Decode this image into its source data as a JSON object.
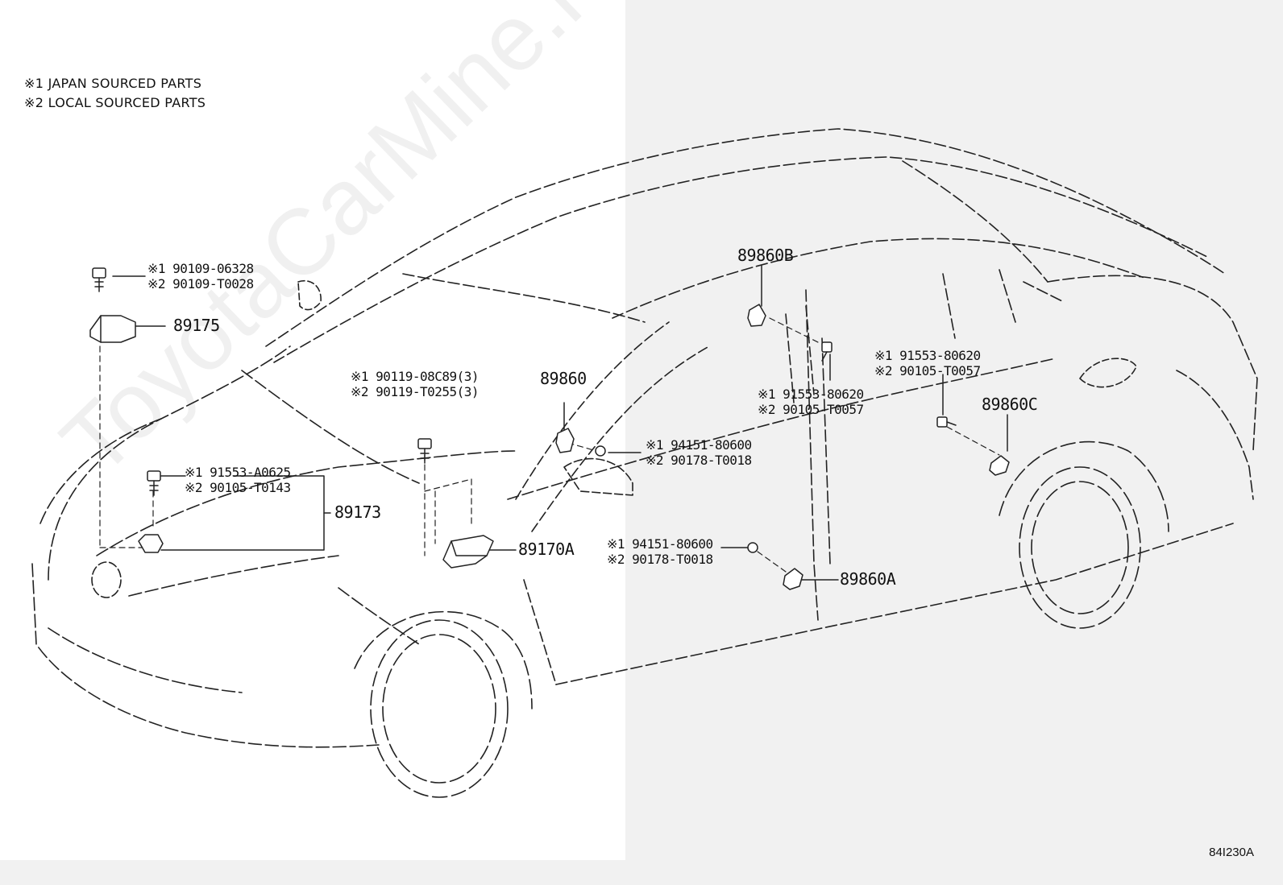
{
  "legend": [
    {
      "mark": "※1",
      "text": "JAPAN SOURCED PARTS"
    },
    {
      "mark": "※2",
      "text": "LOCAL SOURCED PARTS"
    }
  ],
  "watermark": "ToyotaCarMine.ru",
  "diagram_code": "84I230A",
  "parts": {
    "p89175": "89175",
    "p89173": "89173",
    "p89170A": "89170A",
    "p89860": "89860",
    "p89860A": "89860A",
    "p89860B": "89860B",
    "p89860C": "89860C"
  },
  "fasteners": {
    "bolt_89175": [
      "※1 90109-06328",
      "※2 90109-T0028"
    ],
    "bolt_89173": [
      "※1 91553-A0625",
      "※2 90105-T0143"
    ],
    "bolt_89170A": [
      "※1 90119-08C89(3)",
      "※2 90119-T0255(3)"
    ],
    "nut_89860": [
      "※1 94151-80600",
      "※2 90178-T0018"
    ],
    "nut_89860A": [
      "※1 94151-80600",
      "※2 90178-T0018"
    ],
    "bolt_89860B": [
      "※1 91553-80620",
      "※2 90105-T0057"
    ],
    "bolt_89860C": [
      "※1 91553-80620",
      "※2 90105-T0057"
    ]
  }
}
